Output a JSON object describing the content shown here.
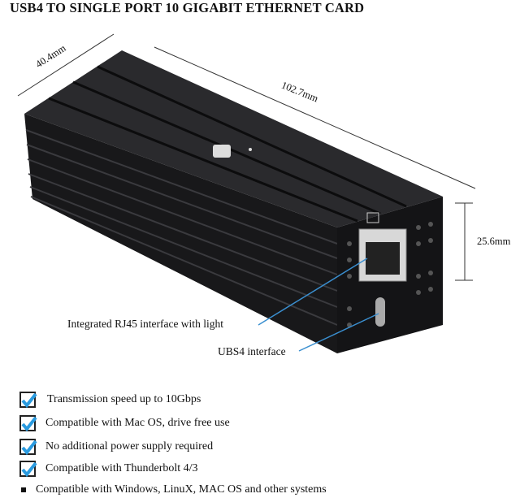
{
  "title": "USB4 TO SINGLE PORT 10 GIGABIT ETHERNET CARD",
  "dimensions": {
    "width": "40.4mm",
    "length": "102.7mm",
    "height": "25.6mm"
  },
  "callouts": {
    "rj45": "Integrated RJ45 interface with light",
    "usb4": "UBS4 interface"
  },
  "features": [
    {
      "text": "Transmission speed up to 10Gbps",
      "checked": true
    },
    {
      "text": "Compatible with Mac OS, drive free use",
      "checked": true
    },
    {
      "text": "No additional power supply required",
      "checked": true
    },
    {
      "text": "Compatible with Thunderbolt 4/3",
      "checked": true
    }
  ],
  "bullet_feature": "Compatible with Windows, LinuX, MAC OS and other systems",
  "colors": {
    "check": "#2a9be0",
    "device": "#1a1a1c",
    "callout_line": "#3a8fd0"
  }
}
